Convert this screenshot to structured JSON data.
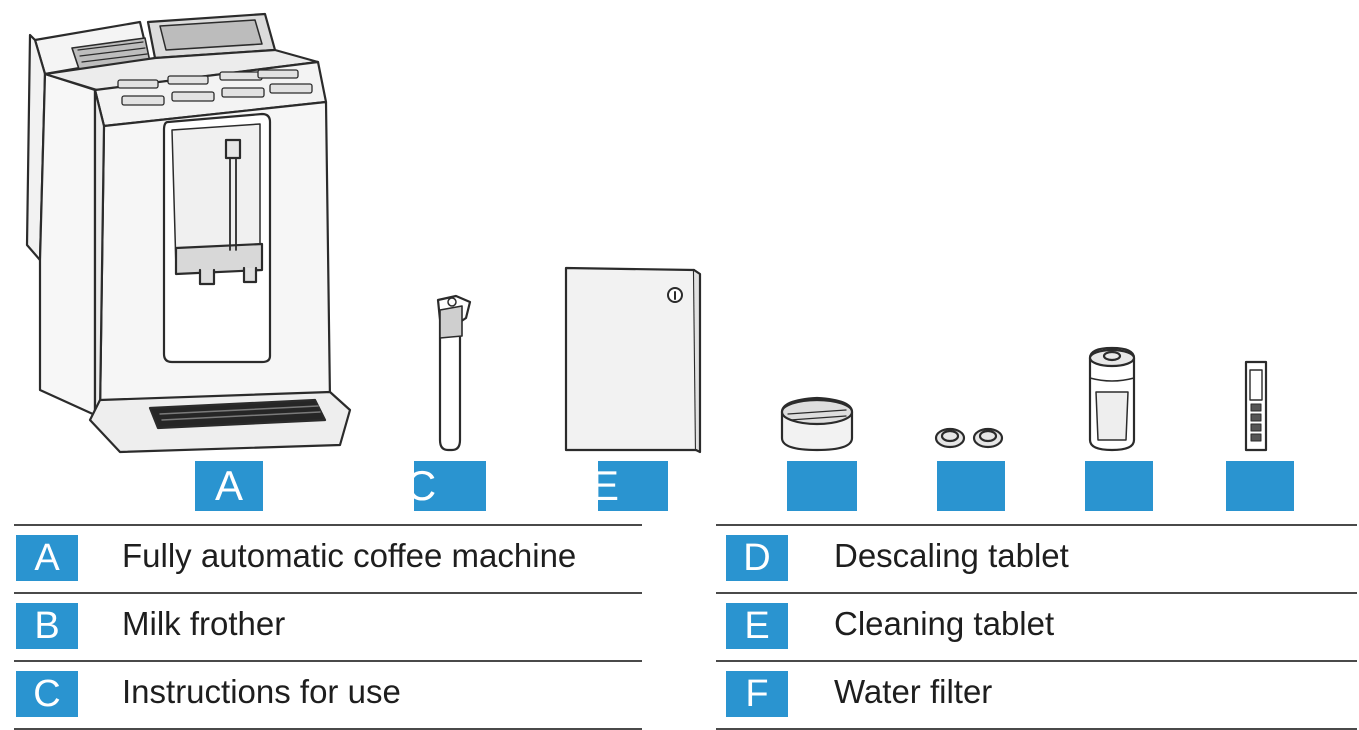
{
  "figure": {
    "tags": [
      "A",
      "C",
      "E",
      "",
      "",
      "",
      ""
    ],
    "manual_icon": "info-icon"
  },
  "legend": {
    "left": [
      {
        "letter": "A",
        "label": "Fully automatic coffee machine"
      },
      {
        "letter": "B",
        "label": "Milk frother"
      },
      {
        "letter": "C",
        "label": "Instructions for use"
      }
    ],
    "right": [
      {
        "letter": "D",
        "label": "Descaling tablet"
      },
      {
        "letter": "E",
        "label": "Cleaning tablet"
      },
      {
        "letter": "F",
        "label": "Water filter"
      }
    ]
  },
  "colors": {
    "accent": "#2a94d0",
    "line": "#4a4a4a",
    "text": "#1e1e1e"
  }
}
